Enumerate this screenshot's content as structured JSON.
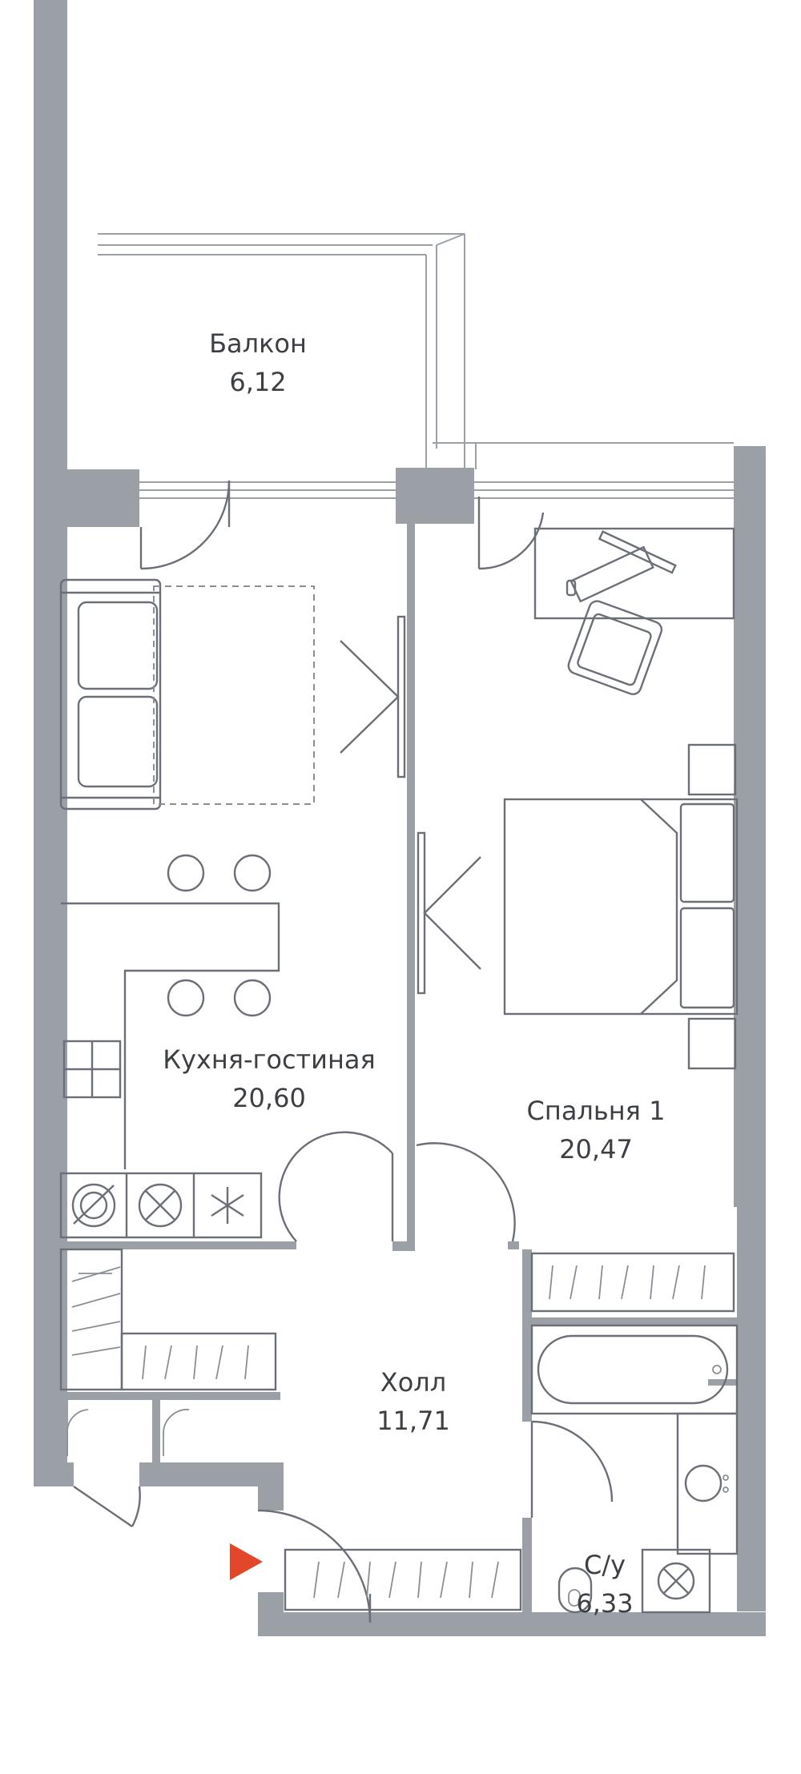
{
  "rooms": [
    {
      "name": "Балкон",
      "area": "6,12"
    },
    {
      "name": "Кухня-гостиная",
      "area": "20,60"
    },
    {
      "name": "Спальня 1",
      "area": "20,47"
    },
    {
      "name": "Холл",
      "area": "11,71"
    },
    {
      "name": "С/у",
      "area": "6,33"
    }
  ],
  "colors": {
    "wall": "#9ba0a7",
    "entrance_marker": "#e2472a"
  }
}
